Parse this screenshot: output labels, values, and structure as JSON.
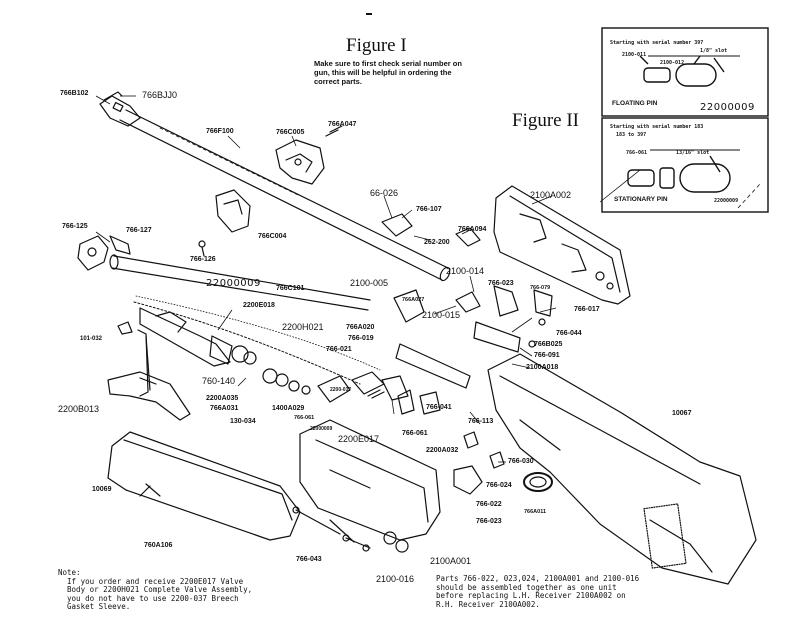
{
  "figure1": {
    "title": "Figure I",
    "instructions": "Make sure to first check serial number on gun, this will be helpful in ordering the correct parts."
  },
  "figure2": {
    "title": "Figure II",
    "floating": {
      "serial_note": "Starting with serial number 397",
      "part_a": "2100-011",
      "part_b": "2100-012",
      "slot": "1/8\" slot",
      "handwritten": "22000009",
      "caption": "FLOATING PIN"
    },
    "stationary": {
      "serial_note": "Starting with serial number 183",
      "range": "183 to 397",
      "part": "766-061",
      "slot": "13/16\" slot",
      "caption": "STATIONARY PIN",
      "caption_num": "22000009"
    }
  },
  "parts": [
    {
      "id": "p1",
      "text": "766B102"
    },
    {
      "id": "p2",
      "text": "766BJJ0"
    },
    {
      "id": "p3",
      "text": "766F100"
    },
    {
      "id": "p4",
      "text": "766C005"
    },
    {
      "id": "p5",
      "text": "766A047"
    },
    {
      "id": "p6",
      "text": "766-125"
    },
    {
      "id": "p7",
      "text": "766-127"
    },
    {
      "id": "p8",
      "text": "766-126"
    },
    {
      "id": "p9",
      "text": "766C004"
    },
    {
      "id": "p10",
      "text": "766C101"
    },
    {
      "id": "p11",
      "text": "66-026"
    },
    {
      "id": "p12",
      "text": "766-107"
    },
    {
      "id": "p13",
      "text": "262-200"
    },
    {
      "id": "p14",
      "text": "766A094"
    },
    {
      "id": "p15",
      "text": "2100A002"
    },
    {
      "id": "p16",
      "text": "2100-014"
    },
    {
      "id": "p17",
      "text": "2100-005"
    },
    {
      "id": "p18",
      "text": "766A027"
    },
    {
      "id": "p19",
      "text": "766-023"
    },
    {
      "id": "p20",
      "text": "766-079"
    },
    {
      "id": "p21",
      "text": "766-017"
    },
    {
      "id": "p22",
      "text": "2100-015"
    },
    {
      "id": "p23",
      "text": "766A020"
    },
    {
      "id": "p24",
      "text": "766-019"
    },
    {
      "id": "p25",
      "text": "766-021"
    },
    {
      "id": "p26",
      "text": "766-044"
    },
    {
      "id": "p27",
      "text": "766B025"
    },
    {
      "id": "p28",
      "text": "766-091"
    },
    {
      "id": "p29",
      "text": "2100A018"
    },
    {
      "id": "p30",
      "text": "101-032"
    },
    {
      "id": "p31",
      "text": "2200E018"
    },
    {
      "id": "p32",
      "text": "2200H021"
    },
    {
      "id": "p33",
      "text": "760-140"
    },
    {
      "id": "p34",
      "text": "2200A035"
    },
    {
      "id": "p35",
      "text": "766A031"
    },
    {
      "id": "p36",
      "text": "130-034"
    },
    {
      "id": "p37",
      "text": "1400A029"
    },
    {
      "id": "p38",
      "text": "766-061"
    },
    {
      "id": "p39",
      "text": "2200B013"
    },
    {
      "id": "p40",
      "text": "766-041"
    },
    {
      "id": "p41",
      "text": "766-113"
    },
    {
      "id": "p42",
      "text": "766-061"
    },
    {
      "id": "p43",
      "text": "2200E017"
    },
    {
      "id": "p44",
      "text": "22000009"
    },
    {
      "id": "p45",
      "text": "2200A032"
    },
    {
      "id": "p46",
      "text": "766-030"
    },
    {
      "id": "p47",
      "text": "766-024"
    },
    {
      "id": "p48",
      "text": "766-022"
    },
    {
      "id": "p49",
      "text": "766-023"
    },
    {
      "id": "p50",
      "text": "766A011"
    },
    {
      "id": "p51",
      "text": "10067"
    },
    {
      "id": "p52",
      "text": "10069"
    },
    {
      "id": "p53",
      "text": "760A106"
    },
    {
      "id": "p54",
      "text": "766-043"
    },
    {
      "id": "p55",
      "text": "2100A001"
    },
    {
      "id": "p56",
      "text": "2100-016"
    },
    {
      "id": "p57",
      "text": "22000009"
    },
    {
      "id": "p58",
      "text": "2200-037"
    }
  ],
  "note_left": "Note:\n  If you order and receive 2200E017 Valve\n  Body or 2200H021 Complete Valve Assembly,\n  you do not have to use 2200-037 Breech\n  Gasket Sleeve.",
  "note_right": "Parts 766-022, 023,024, 2100A001 and 2100-016\nshould be assembled together as one unit\nbefore replacing L.H. Receiver 2100A002 on\nR.H. Receiver 2100A002."
}
